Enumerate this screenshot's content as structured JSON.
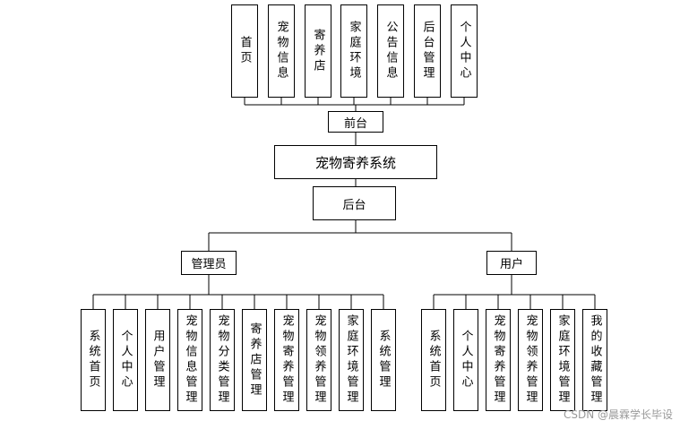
{
  "root": {
    "label": "宠物寄养系统"
  },
  "front": {
    "label": "前台",
    "items": [
      "首页",
      "宠物信息",
      "寄养店",
      "家庭环境",
      "公告信息",
      "后台管理",
      "个人中心"
    ]
  },
  "back": {
    "label": "后台"
  },
  "admin": {
    "label": "管理员",
    "items": [
      "系统首页",
      "个人中心",
      "用户管理",
      "宠物信息管理",
      "宠物分类管理",
      "寄养店管理",
      "宠物寄养管理",
      "宠物领养管理",
      "家庭环境管理",
      "系统管理"
    ]
  },
  "user": {
    "label": "用户",
    "items": [
      "系统首页",
      "个人中心",
      "宠物寄养管理",
      "宠物领养管理",
      "家庭环境管理",
      "我的收藏管理"
    ]
  },
  "watermark": "CSDN @晨霖学长毕设"
}
